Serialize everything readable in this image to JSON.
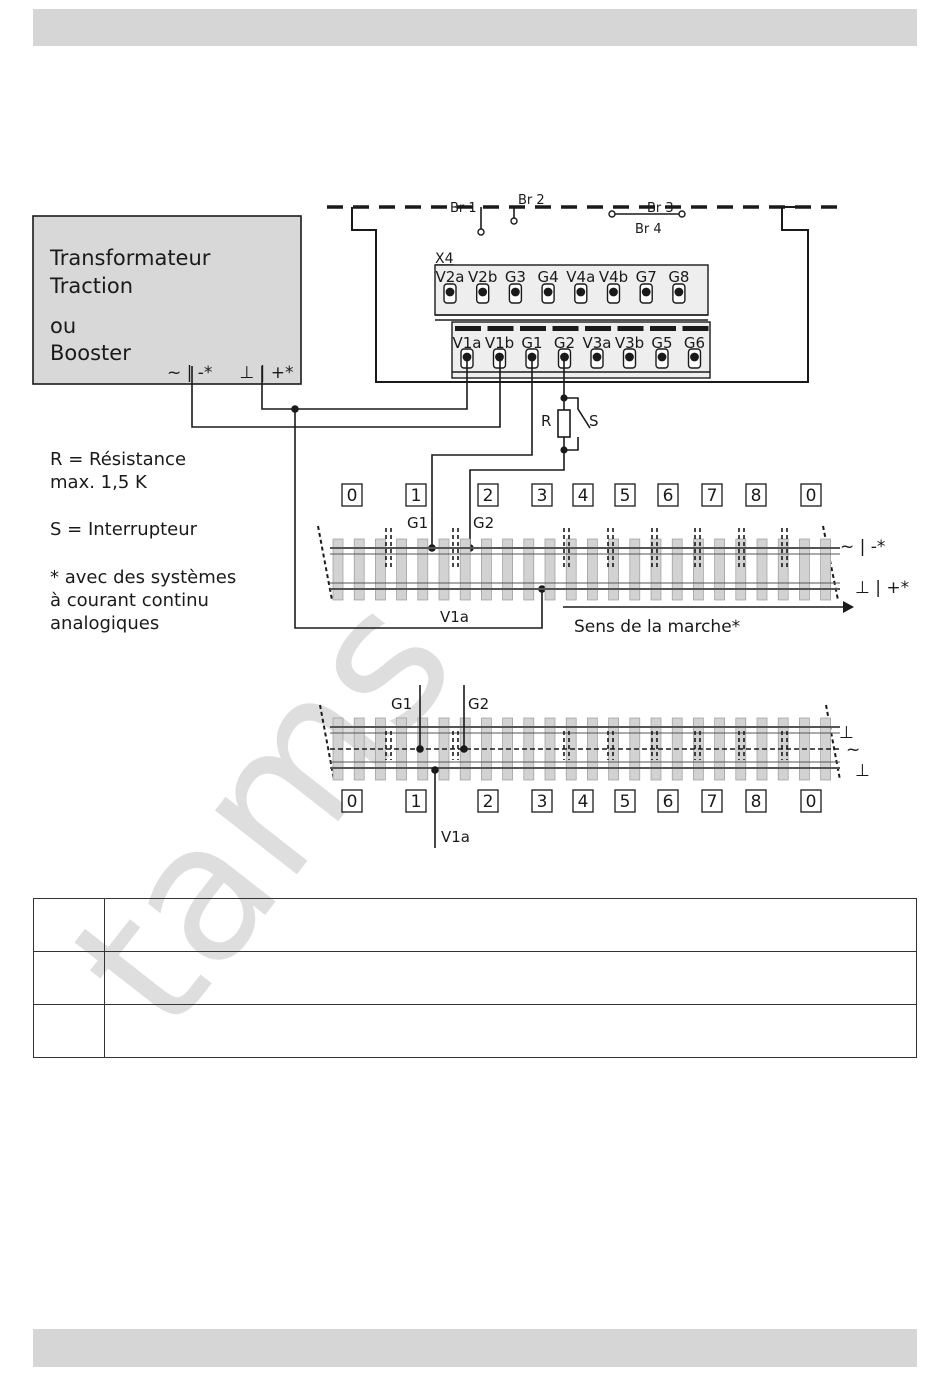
{
  "supply": {
    "line1": "Transformateur",
    "line2": "Traction",
    "line3": "ou",
    "line4": "Booster",
    "terminals": "~ | -*     ⊥ | +*"
  },
  "legend": {
    "r_line1": "R = Résistance",
    "r_line2": "max. 1,5 K",
    "s_line": "S = Interrupteur",
    "note1": "* avec des systèmes",
    "note2": "à courant continu",
    "note3": "analogiques"
  },
  "module": {
    "bridges": [
      "Br 1",
      "Br 2",
      "Br 3",
      "Br 4"
    ],
    "connector_label": "X4",
    "top_row": [
      "V2a",
      "V2b",
      "G3",
      "G4",
      "V4a",
      "V4b",
      "G7",
      "G8"
    ],
    "bottom_row": [
      "V1a",
      "V1b",
      "G1",
      "G2",
      "V3a",
      "V3b",
      "G5",
      "G6"
    ]
  },
  "wiring": {
    "r_label": "R",
    "s_label": "S"
  },
  "track1": {
    "sections": [
      "0",
      "1",
      "2",
      "3",
      "4",
      "5",
      "6",
      "7",
      "8",
      "0"
    ],
    "g1": "G1",
    "g2": "G2",
    "v1a": "V1a",
    "rail_top": "~ | -*",
    "rail_bottom": "⊥ | +*",
    "direction": "Sens de la marche*"
  },
  "track2": {
    "sections": [
      "0",
      "1",
      "2",
      "3",
      "4",
      "5",
      "6",
      "7",
      "8",
      "0"
    ],
    "g1": "G1",
    "g2": "G2",
    "v1a": "V1a",
    "sym_top": "⊥",
    "sym_mid": "~",
    "sym_bottom": "⊥"
  },
  "table": {
    "rows": [
      [
        "",
        ""
      ],
      [
        "",
        ""
      ],
      [
        "",
        ""
      ]
    ]
  },
  "watermark": "tams"
}
